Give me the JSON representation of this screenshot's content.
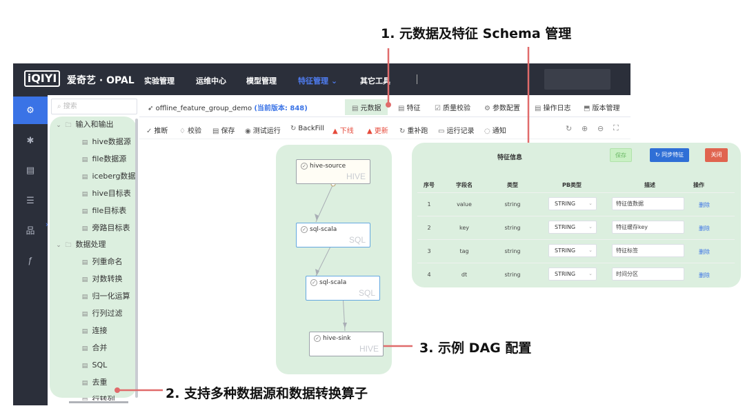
{
  "annotations": {
    "schema": "1. 元数据及特征 Schema 管理",
    "sources": "2. 支持多种数据源和数据转换算子",
    "dag": "3. 示例 DAG 配置"
  },
  "colors": {
    "accent": "#3a73e6",
    "annotation_line": "#e06b6b",
    "highlight_bg": "#dcefdf",
    "topbar_bg": "#2b2f3a",
    "danger": "#e64a3b"
  },
  "topbar": {
    "logo": "iQIYI",
    "brand": "爱奇艺 · OPAL",
    "nav": [
      {
        "label": "实验管理"
      },
      {
        "label": "运维中心"
      },
      {
        "label": "模型管理"
      },
      {
        "label": "特征管理 ⌄"
      },
      {
        "label": "其它工具"
      }
    ]
  },
  "rail": {
    "icons": [
      {
        "icon": "gear-icon",
        "glyph": "⚙"
      },
      {
        "icon": "settings-icon",
        "glyph": "✱"
      },
      {
        "icon": "document-icon",
        "glyph": "▤"
      },
      {
        "icon": "list-icon",
        "glyph": "☰"
      },
      {
        "icon": "hierarchy-icon",
        "glyph": "品"
      },
      {
        "icon": "function-icon",
        "glyph": "ƒ"
      }
    ]
  },
  "sidebar": {
    "search_placeholder": "搜索",
    "groups": [
      {
        "label": "输入和输出",
        "items": [
          "hive数据源",
          "file数据源",
          "iceberg数据源",
          "hive目标表",
          "file目标表",
          "旁路目标表"
        ]
      },
      {
        "label": "数据处理",
        "items": [
          "列重命名",
          "对数转换",
          "归一化运算",
          "行列过滤",
          "连接",
          "合并",
          "SQL",
          "去重",
          "行转列"
        ]
      }
    ]
  },
  "tabstrip": {
    "name": "offline_feature_group_demo",
    "version": "(当前版本: 848)",
    "tabs": [
      {
        "label": "元数据",
        "glyph": "▤"
      },
      {
        "label": "特征",
        "glyph": "▤"
      },
      {
        "label": "质量校验",
        "glyph": "☑"
      },
      {
        "label": "参数配置",
        "glyph": "⚙"
      },
      {
        "label": "操作日志",
        "glyph": "▤"
      },
      {
        "label": "版本管理",
        "glyph": "⬒"
      }
    ]
  },
  "toolbar": {
    "actions": [
      {
        "label": "推断",
        "glyph": "✓"
      },
      {
        "label": "校验",
        "glyph": "♢"
      },
      {
        "label": "保存",
        "glyph": "▤"
      },
      {
        "label": "测试运行",
        "glyph": "◉"
      },
      {
        "label": "BackFill",
        "glyph": "↻"
      },
      {
        "label": "下线",
        "glyph": "▲"
      },
      {
        "label": "更新",
        "glyph": "▲"
      },
      {
        "label": "重补跑",
        "glyph": "↻"
      },
      {
        "label": "运行记录",
        "glyph": "▭"
      },
      {
        "label": "通知",
        "glyph": "◌"
      }
    ],
    "controls": [
      "↻",
      "⊕",
      "⊖",
      "⛶"
    ]
  },
  "dag": {
    "nodes": [
      {
        "label": "hive-source",
        "type": "HIVE"
      },
      {
        "label": "sql-scala",
        "type": "SQL"
      },
      {
        "label": "sql-scala",
        "type": "SQL"
      },
      {
        "label": "hive-sink",
        "type": "HIVE"
      }
    ]
  },
  "schema": {
    "title": "特征信息",
    "save_label": "保存",
    "sync_label": "↻ 同步特征",
    "close_label": "关闭",
    "columns": [
      "序号",
      "字段名",
      "类型",
      "PB类型",
      "描述",
      "操作"
    ],
    "rows": [
      {
        "index": "1",
        "name": "value",
        "type": "string",
        "pb_type": "STRING",
        "desc": "特征值数据",
        "action": "删除"
      },
      {
        "index": "2",
        "name": "key",
        "type": "string",
        "pb_type": "STRING",
        "desc": "特征缓存key",
        "action": "删除"
      },
      {
        "index": "3",
        "name": "tag",
        "type": "string",
        "pb_type": "STRING",
        "desc": "特征标签",
        "action": "删除"
      },
      {
        "index": "4",
        "name": "dt",
        "type": "string",
        "pb_type": "STRING",
        "desc": "时间分区",
        "action": "删除"
      }
    ]
  }
}
